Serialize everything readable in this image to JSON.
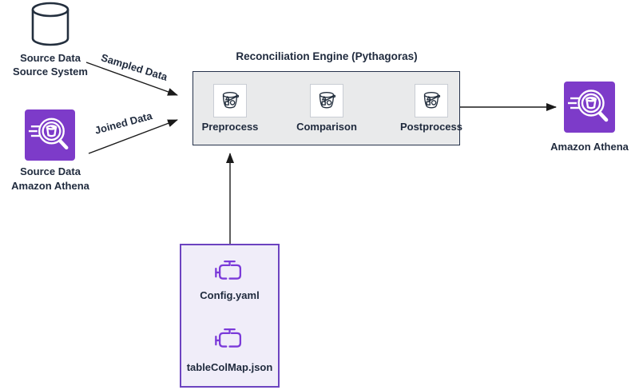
{
  "title": "Reconciliation Engine (Pythagoras)",
  "nodes": {
    "source_system": {
      "line1": "Source Data",
      "line2": "Source System"
    },
    "source_athena": {
      "line1": "Source Data",
      "line2": "Amazon Athena"
    },
    "output_athena": {
      "label": "Amazon Athena"
    },
    "modules": [
      {
        "label": "Preprocess"
      },
      {
        "label": "Comparison"
      },
      {
        "label": "Postprocess"
      }
    ],
    "config_files": [
      {
        "label": "Config.yaml"
      },
      {
        "label": "tableColMap.json"
      }
    ]
  },
  "edges": [
    {
      "from": "source-system",
      "to": "reconciliation-engine",
      "label": "Sampled Data"
    },
    {
      "from": "source-athena",
      "to": "reconciliation-engine",
      "label": "Joined Data"
    },
    {
      "from": "config-box",
      "to": "reconciliation-engine",
      "label": ""
    },
    {
      "from": "reconciliation-engine",
      "to": "output-athena",
      "label": ""
    }
  ],
  "colors": {
    "navy": "#232F3E",
    "text": "#1F2A3D",
    "arrow": "#1A1A1A",
    "purple": "#7D3BC9",
    "engine-purple": "#7B3AD9",
    "engine-box-fill": "#E9EAEB",
    "engine-box-border": "#26324B",
    "tile-border": "#C9CDD4",
    "config-fill": "#F0EDF9",
    "config-border": "#6C43C0"
  }
}
